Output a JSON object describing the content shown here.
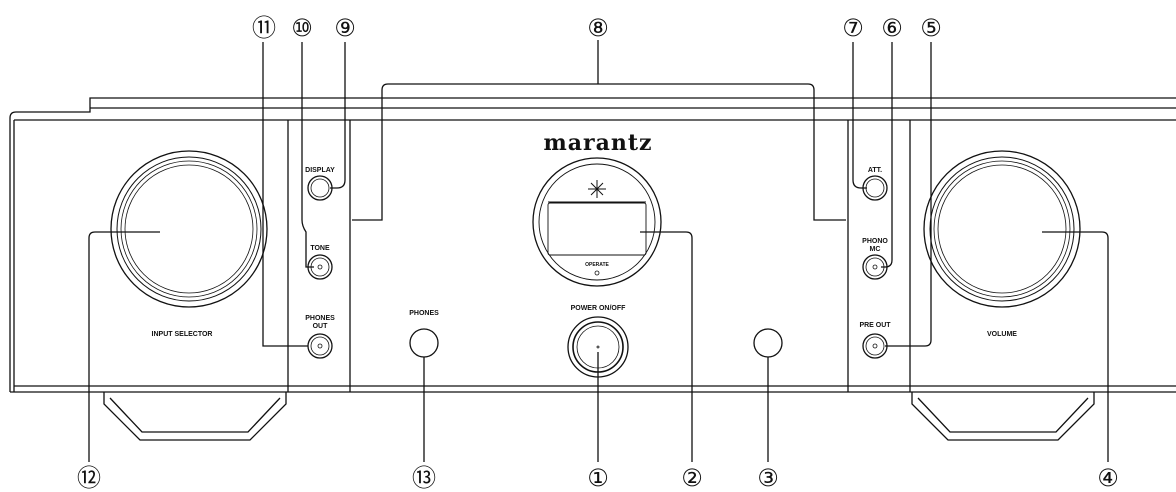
{
  "brand": "marantz",
  "labels": {
    "display": "DISPLAY",
    "tone": "TONE",
    "phones_out_1": "PHONES",
    "phones_out_2": "OUT",
    "phones": "PHONES",
    "power": "POWER ON/OFF",
    "operate": "OPERATE",
    "att": "ATT.",
    "phono_1": "PHONO",
    "phono_2": "MC",
    "pre_out": "PRE OUT",
    "input_selector": "INPUT SELECTOR",
    "volume": "VOLUME"
  },
  "callouts": {
    "c1": "①",
    "c2": "②",
    "c3": "③",
    "c4": "④",
    "c5": "⑤",
    "c6": "⑥",
    "c7": "⑦",
    "c8": "⑧",
    "c9": "⑨",
    "c10": "⑩",
    "c11": "⑪",
    "c12": "⑫",
    "c13": "⑬"
  }
}
